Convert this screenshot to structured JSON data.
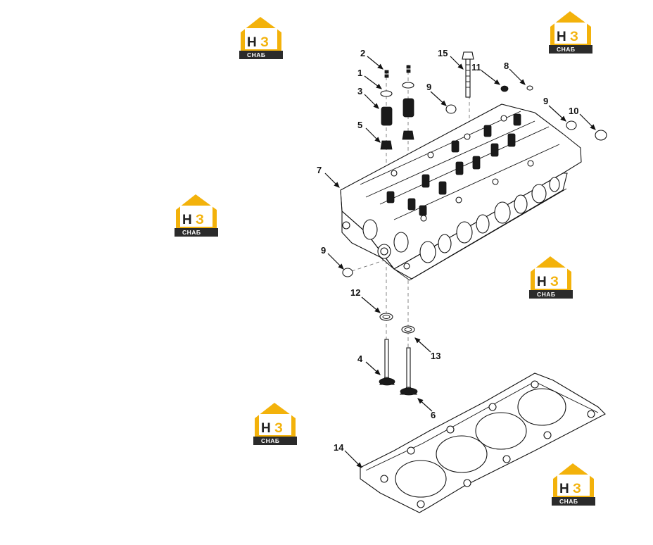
{
  "watermark": {
    "mark_left": "Н",
    "mark_right": "З",
    "caption": "СНАБ",
    "colors": {
      "accent": "#f3b20b",
      "dark": "#2b2b2b"
    }
  },
  "callouts": {
    "c1": "1",
    "c2": "2",
    "c3": "3",
    "c4": "4",
    "c5": "5",
    "c6": "6",
    "c7": "7",
    "c8": "8",
    "c9a": "9",
    "c9b": "9",
    "c9c": "9",
    "c10": "10",
    "c11": "11",
    "c12": "12",
    "c13": "13",
    "c14": "14",
    "c15": "15"
  }
}
